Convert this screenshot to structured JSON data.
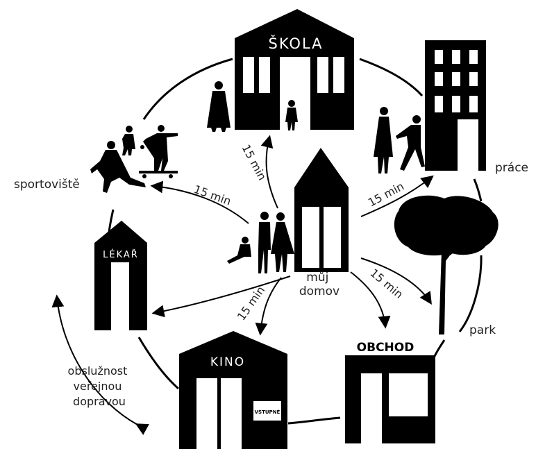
{
  "buildings": {
    "home": "můj\ndomov",
    "school": "ŠKOLA",
    "work": "práce",
    "park": "park",
    "shop": "OBCHOD",
    "cinema": "KINO",
    "cinema_sign": "VSTUPNÉ",
    "doctor": "LÉKAŘ",
    "sports": "sportoviště"
  },
  "routes": {
    "to_sports": "15 min",
    "to_school": "15 min",
    "to_work": "15 min",
    "to_park": "15 min",
    "to_cinema": "15 min"
  },
  "transport_label": "obslužnost\nveřejnou\ndopravou",
  "colors": {
    "ink": "#000000",
    "text": "#222222",
    "paper": "#ffffff"
  }
}
